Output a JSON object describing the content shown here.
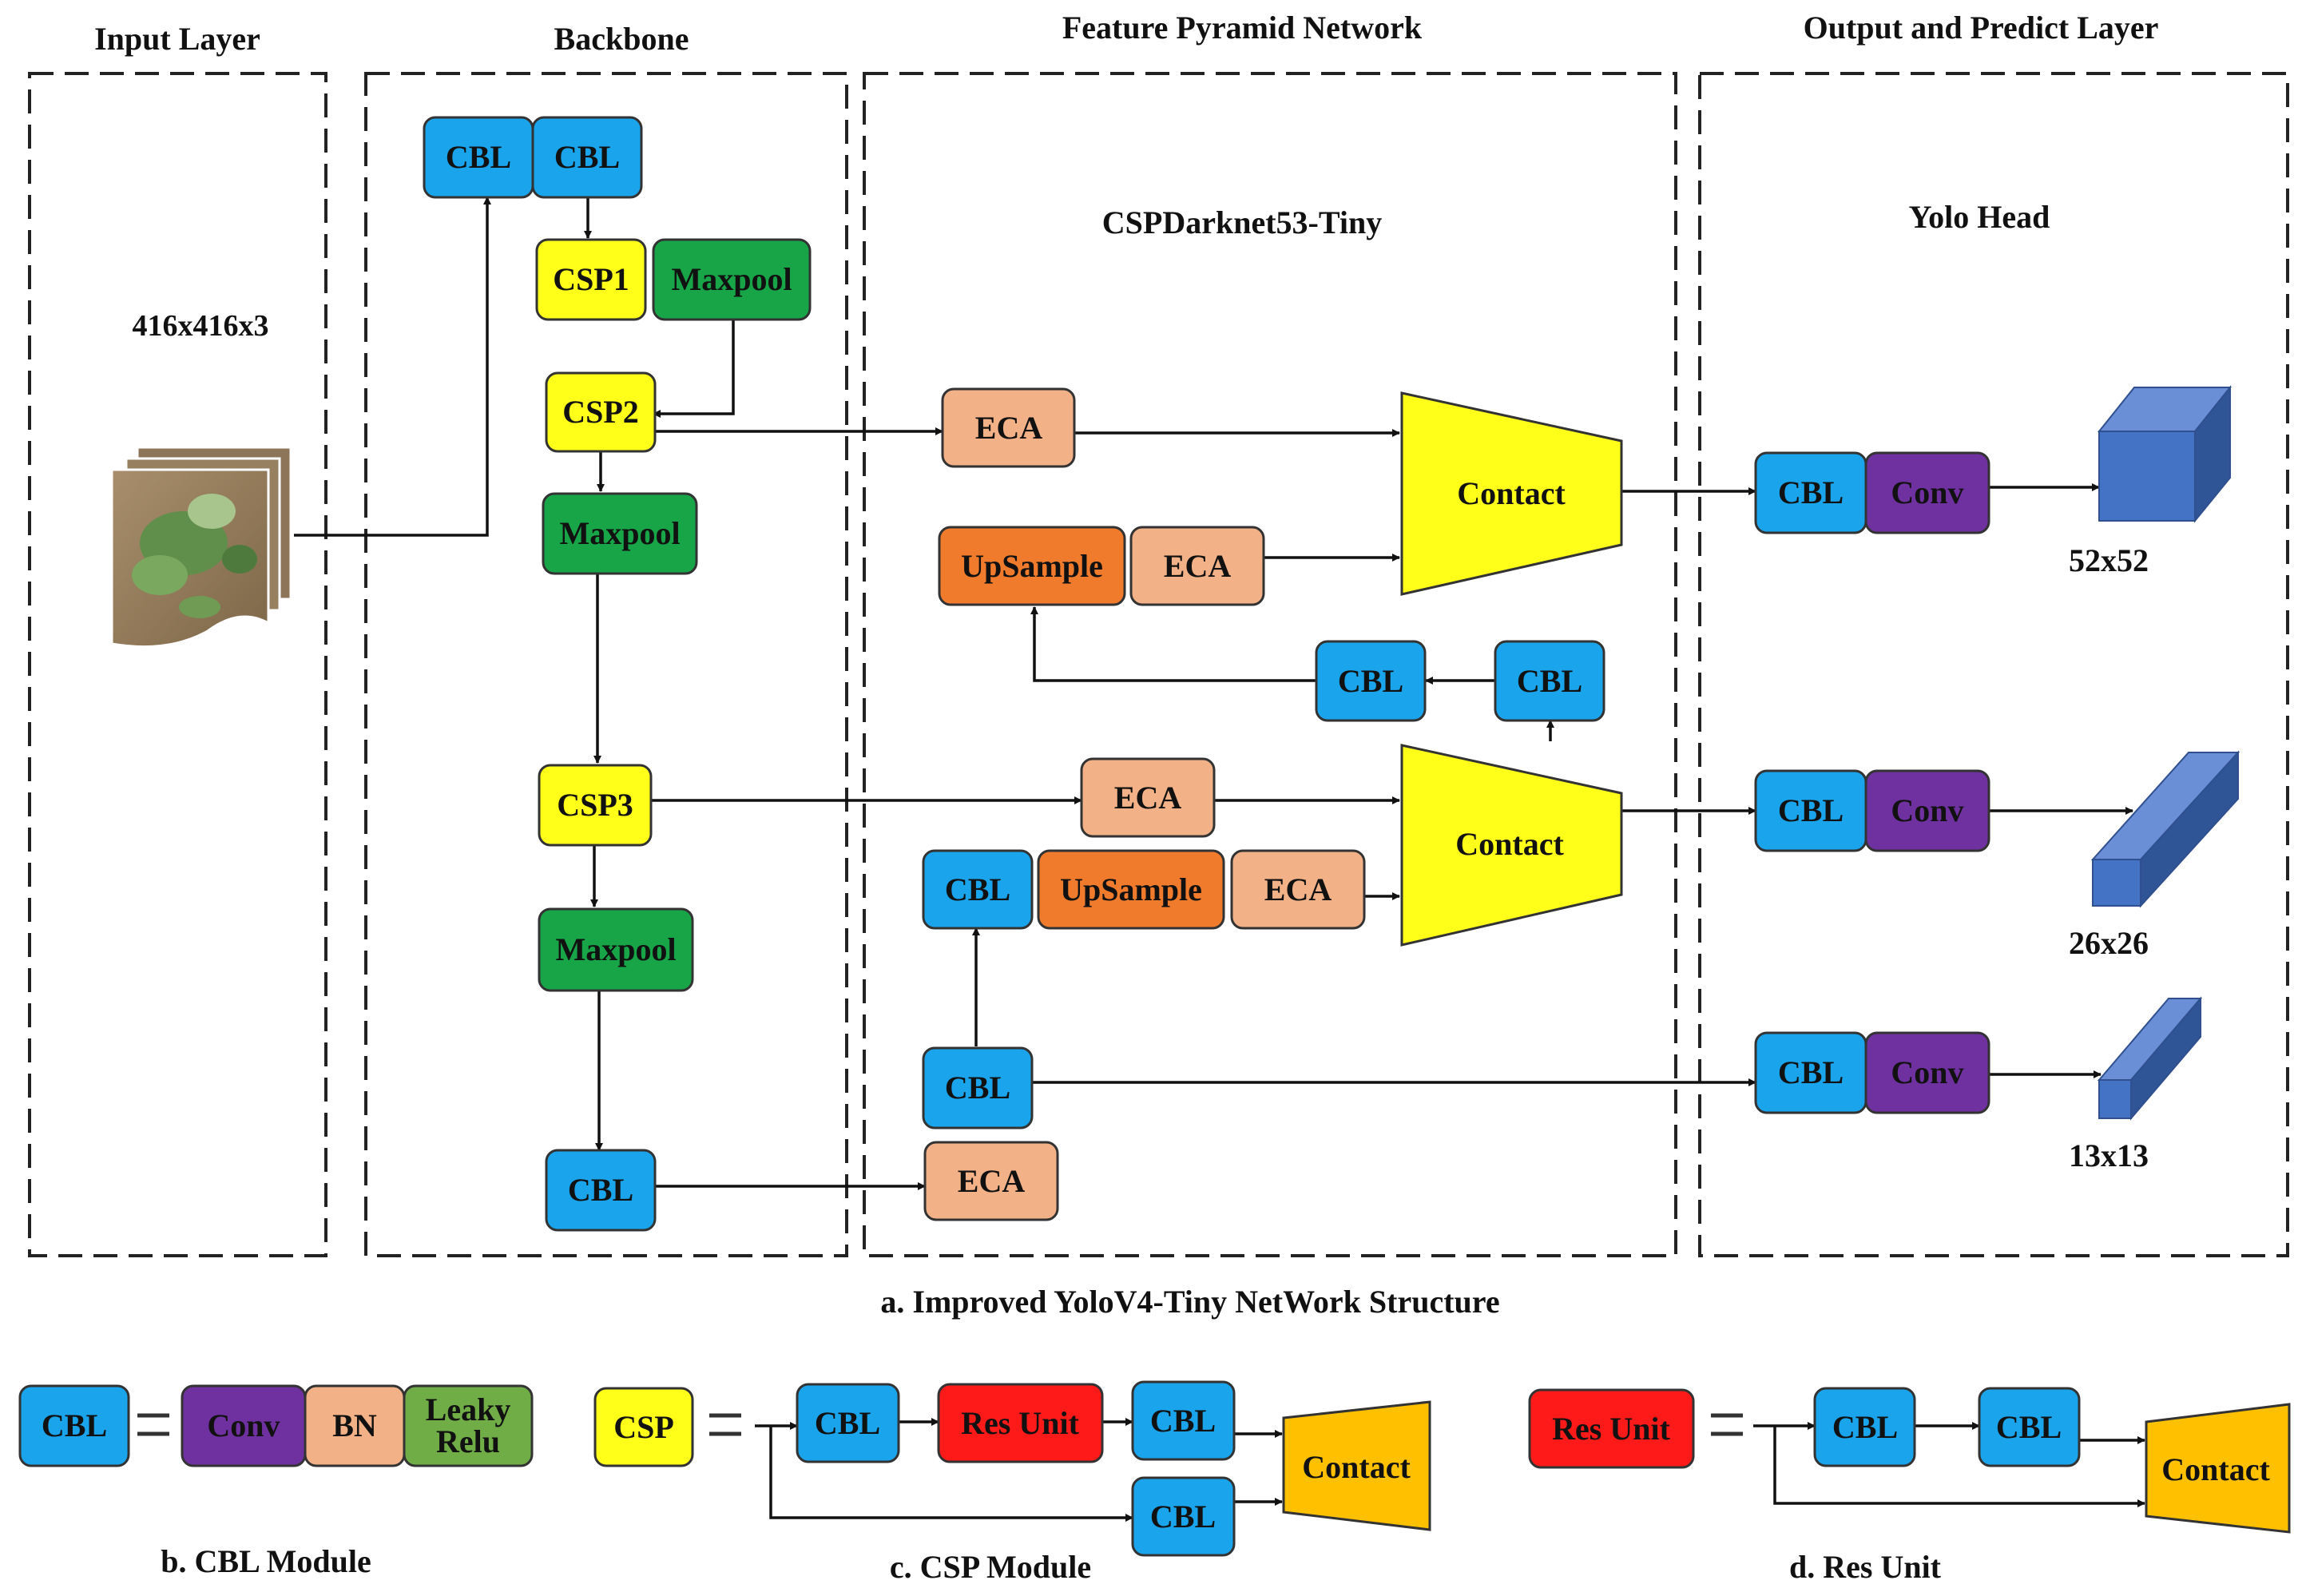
{
  "colors": {
    "cbl": "#1AA4EC",
    "csp": "#FFFF19",
    "maxpool": "#17A548",
    "eca": "#F2B186",
    "upsample": "#F07B2C",
    "conv": "#7031A0",
    "contact": "#FFFF19",
    "contact_small": "#FFC000",
    "res_unit": "#FF1A1A",
    "leaky_relu": "#70AD47",
    "output_box": "#4472C4"
  },
  "sections": {
    "input": "Input Layer",
    "backbone": "Backbone",
    "fpn": "Feature Pyramid Network",
    "output": "Output and Predict Layer"
  },
  "labels": {
    "input_size": "416x416x3",
    "fpn_name": "CSPDarknet53-Tiny",
    "head_name": "Yolo Head",
    "out_52": "52x52",
    "out_26": "26x26",
    "out_13": "13x13"
  },
  "blocks": {
    "cbl": "CBL",
    "csp1": "CSP1",
    "csp2": "CSP2",
    "csp3": "CSP3",
    "maxpool": "Maxpool",
    "eca": "ECA",
    "upsample": "UpSample",
    "contact": "Contact",
    "conv": "Conv",
    "bn": "BN",
    "leaky": "Leaky",
    "relu": "Relu",
    "csp": "CSP",
    "res_unit": "Res Unit"
  },
  "captions": {
    "a": "a. Improved YoloV4-Tiny NetWork Structure",
    "b": "b. CBL Module",
    "c": "c. CSP Module",
    "d": "d. Res Unit"
  }
}
